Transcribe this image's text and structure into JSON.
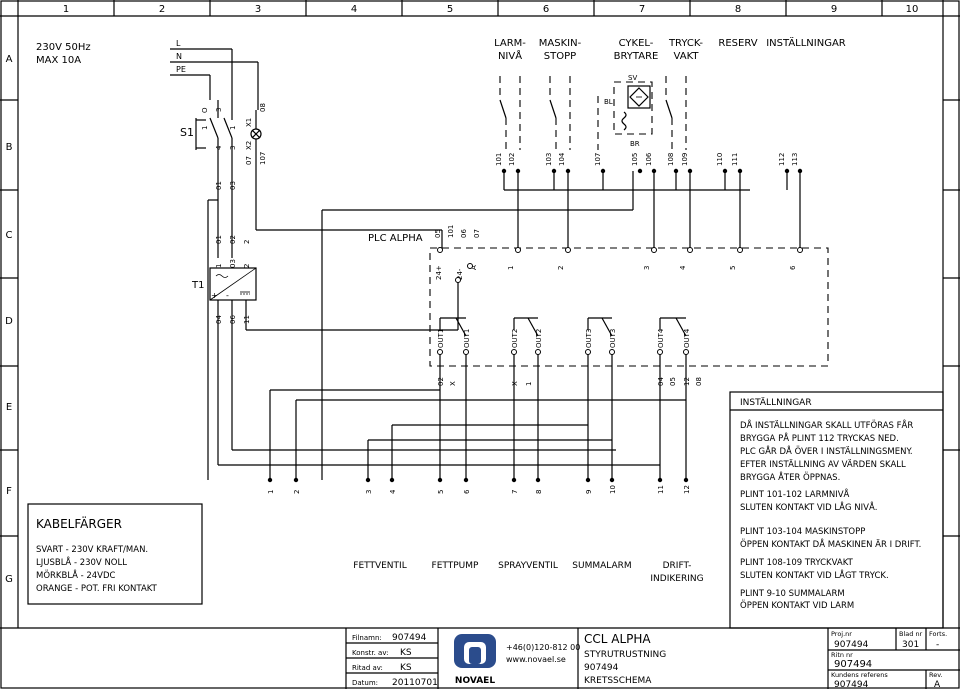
{
  "grid": {
    "columns": [
      "1",
      "2",
      "3",
      "4",
      "5",
      "6",
      "7",
      "8",
      "9",
      "10"
    ],
    "rows": [
      "A",
      "B",
      "C",
      "D",
      "E",
      "F",
      "G"
    ]
  },
  "supply": {
    "voltage": "230V 50Hz",
    "fuse": "MAX 10A",
    "l": "L",
    "n": "N",
    "pe": "PE"
  },
  "headers": {
    "larm": [
      "LARM-",
      "NIVÅ"
    ],
    "maskin": [
      "MASKIN-",
      "STOPP"
    ],
    "cykel": [
      "CYKEL-",
      "BRYTARE"
    ],
    "tryck": [
      "TRYCK-",
      "VAKT"
    ],
    "reserv": "RESERV",
    "installningar": "INSTÄLLNINGAR"
  },
  "components": {
    "s1": "S1",
    "o": "O",
    "one": "1",
    "t1": "T1",
    "sv": "SV",
    "bl": "BL",
    "br": "BR",
    "x1": "X1",
    "x2": "X2",
    "plc": "PLC ALPHA",
    "plus": "+",
    "minus": "-"
  },
  "terminals": {
    "s1_top": [
      "3",
      "1",
      "4",
      "3"
    ],
    "lamp": [
      "08",
      "07",
      "107"
    ],
    "row_b": [
      "101",
      "102",
      "103",
      "104",
      "107",
      "105",
      "106",
      "108",
      "109",
      "110",
      "111",
      "112",
      "113"
    ],
    "left_low": [
      "01",
      "03"
    ],
    "row_c_left": [
      "01",
      "02",
      "03",
      "2",
      "1",
      "2"
    ],
    "row_c_power": [
      "05",
      "101",
      "06",
      "07"
    ],
    "psu_out": [
      "04",
      "06",
      "11"
    ],
    "plc_in": [
      "24+",
      "24-",
      "A",
      "1",
      "2",
      "3",
      "4",
      "5",
      "6"
    ],
    "plc_out": [
      "OUT1",
      "OUT1",
      "OUT2",
      "OUT2",
      "OUT3",
      "OUT3",
      "OUT4",
      "OUT4"
    ],
    "row_e": [
      "02",
      "X",
      "X",
      "1",
      "04",
      "05",
      "12",
      "08"
    ],
    "row_f": [
      "1",
      "2",
      "3",
      "4",
      "5",
      "6",
      "7",
      "8",
      "9",
      "10",
      "11",
      "12"
    ]
  },
  "outputs": [
    "FETTVENTIL",
    "FETTPUMP",
    "SPRAYVENTIL",
    "SUMMALARM",
    "DRIFT-",
    "INDIKERING"
  ],
  "settings": {
    "title": "INSTÄLLNINGAR",
    "lines": [
      "DÅ INSTÄLLNINGAR SKALL UTFÖRAS FÅR",
      "BRYGGA PÅ PLINT 112 TRYCKAS NED.",
      "PLC GÅR DÅ ÖVER I INSTÄLLNINGSMENY.",
      "EFTER INSTÄLLNING AV VÄRDEN SKALL",
      "BRYGGA ÅTER ÖPPNAS.",
      "PLINT 101-102 LARMNIVÅ",
      "SLUTEN KONTAKT VID LÅG NIVÅ.",
      "PLINT 103-104 MASKINSTOPP",
      "ÖPPEN KONTAKT DÅ MASKINEN ÄR I DRIFT.",
      "PLINT 108-109 TRYCKVAKT",
      "SLUTEN KONTAKT VID LÅGT TRYCK.",
      "PLINT 9-10 SUMMALARM",
      "ÖPPEN KONTAKT VID LARM"
    ]
  },
  "legend": {
    "title": "KABELFÄRGER",
    "lines": [
      "SVART - 230V KRAFT/MAN.",
      "LJUSBLÅ - 230V NOLL",
      "MÖRKBLÅ - 24VDC",
      "ORANGE - POT. FRI KONTAKT"
    ]
  },
  "title_block": {
    "filnamn_label": "Filnamn:",
    "filnamn": "907494",
    "konstr_label": "Konstr. av:",
    "konstr": "KS",
    "ritad_label": "Ritad av:",
    "ritad": "KS",
    "datum_label": "Datum:",
    "datum": "20110701",
    "phone": "+46(0)120-812 00",
    "web": "www.novael.se",
    "logo": "NOVAEL",
    "title": "CCL ALPHA",
    "subtitle": "STYRUTRUSTNING",
    "number": "907494",
    "doc_type": "KRETSSCHEMA",
    "projnr_label": "Proj.nr",
    "projnr": "907494",
    "blad_label": "Blad nr",
    "blad": "301",
    "forts_label": "Forts.",
    "forts": "-",
    "ritn_label": "Ritn nr",
    "ritn": "907494",
    "kund_label": "Kundens referens",
    "kund": "907494",
    "rev_label": "Rev.",
    "rev": "A"
  }
}
